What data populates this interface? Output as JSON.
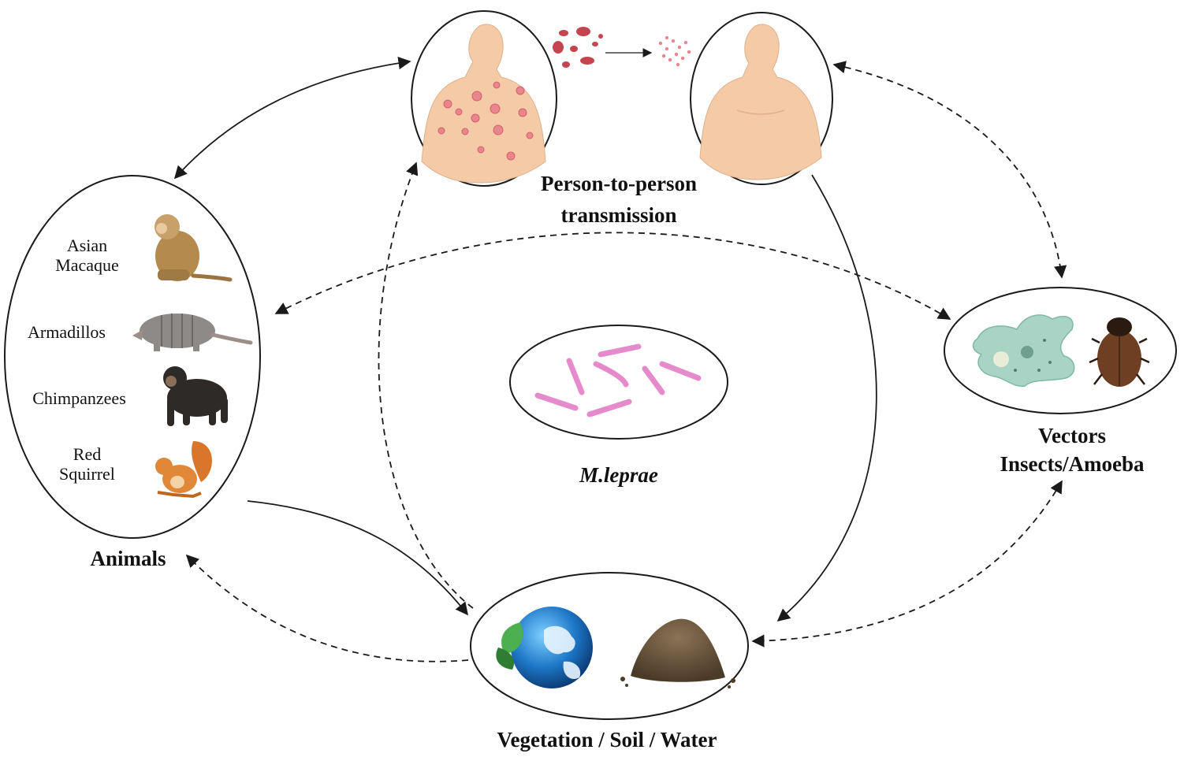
{
  "title": "",
  "nodes": {
    "patient": {
      "caption_line1": "Person-to-person",
      "caption_line2": "transmission"
    },
    "animals": {
      "caption": "Animals",
      "members": [
        {
          "label_line1": "Asian",
          "label_line2": "Macaque",
          "icon": "macaque-icon"
        },
        {
          "label_line1": "Armadillos",
          "label_line2": "",
          "icon": "armadillo-icon"
        },
        {
          "label_line1": "Chimpanzees",
          "label_line2": "",
          "icon": "chimpanzee-icon"
        },
        {
          "label_line1": "Red",
          "label_line2": "Squirrel",
          "icon": "squirrel-icon"
        }
      ]
    },
    "bacteria": {
      "caption": "M.leprae",
      "icon": "bacilli-icon"
    },
    "vectors": {
      "caption_line1": "Vectors",
      "caption_line2": "Insects/Amoeba",
      "icons": [
        "amoeba-icon",
        "beetle-icon"
      ]
    },
    "environment": {
      "caption": "Vegetation / Soil / Water",
      "icons": [
        "globe-icon",
        "soil-pile-icon"
      ]
    }
  },
  "edges": [
    {
      "from": "animals",
      "to": "patient",
      "style": "solid",
      "direction": "both"
    },
    {
      "from": "recipient",
      "to": "environment",
      "style": "solid",
      "direction": "forward"
    },
    {
      "from": "animals",
      "to": "environment",
      "style": "solid",
      "direction": "forward"
    },
    {
      "from": "environment",
      "to": "patient",
      "style": "dashed",
      "direction": "forward"
    },
    {
      "from": "environment",
      "to": "animals",
      "style": "dashed",
      "direction": "forward"
    },
    {
      "from": "animals",
      "to": "vectors",
      "style": "dashed",
      "direction": "both"
    },
    {
      "from": "recipient",
      "to": "vectors",
      "style": "dashed",
      "direction": "both"
    },
    {
      "from": "vectors",
      "to": "environment",
      "style": "dashed",
      "direction": "both"
    },
    {
      "from": "patient",
      "to": "recipient",
      "style": "solid",
      "direction": "forward"
    }
  ],
  "colors": {
    "skin": "#f5cba7",
    "lesion": "#e8868d",
    "bacilli": "#e58bcb",
    "amoeba": "#a9d3c4",
    "line": "#1a1a1a"
  }
}
